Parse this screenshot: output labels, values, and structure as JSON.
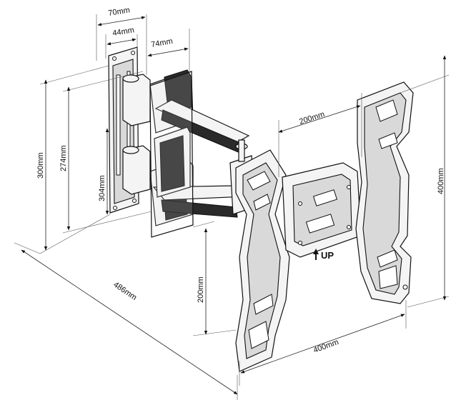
{
  "dimensions": {
    "width_70": "70mm",
    "width_44": "44mm",
    "depth_74": "74mm",
    "height_300": "300mm",
    "height_274": "274mm",
    "height_304": "304mm",
    "spacing_200_top": "200mm",
    "spacing_400_right": "400mm",
    "spacing_200_left": "200mm",
    "spacing_400_bottom": "400mm",
    "extension_486": "486mm"
  },
  "labels": {
    "up_marker": "UP"
  }
}
